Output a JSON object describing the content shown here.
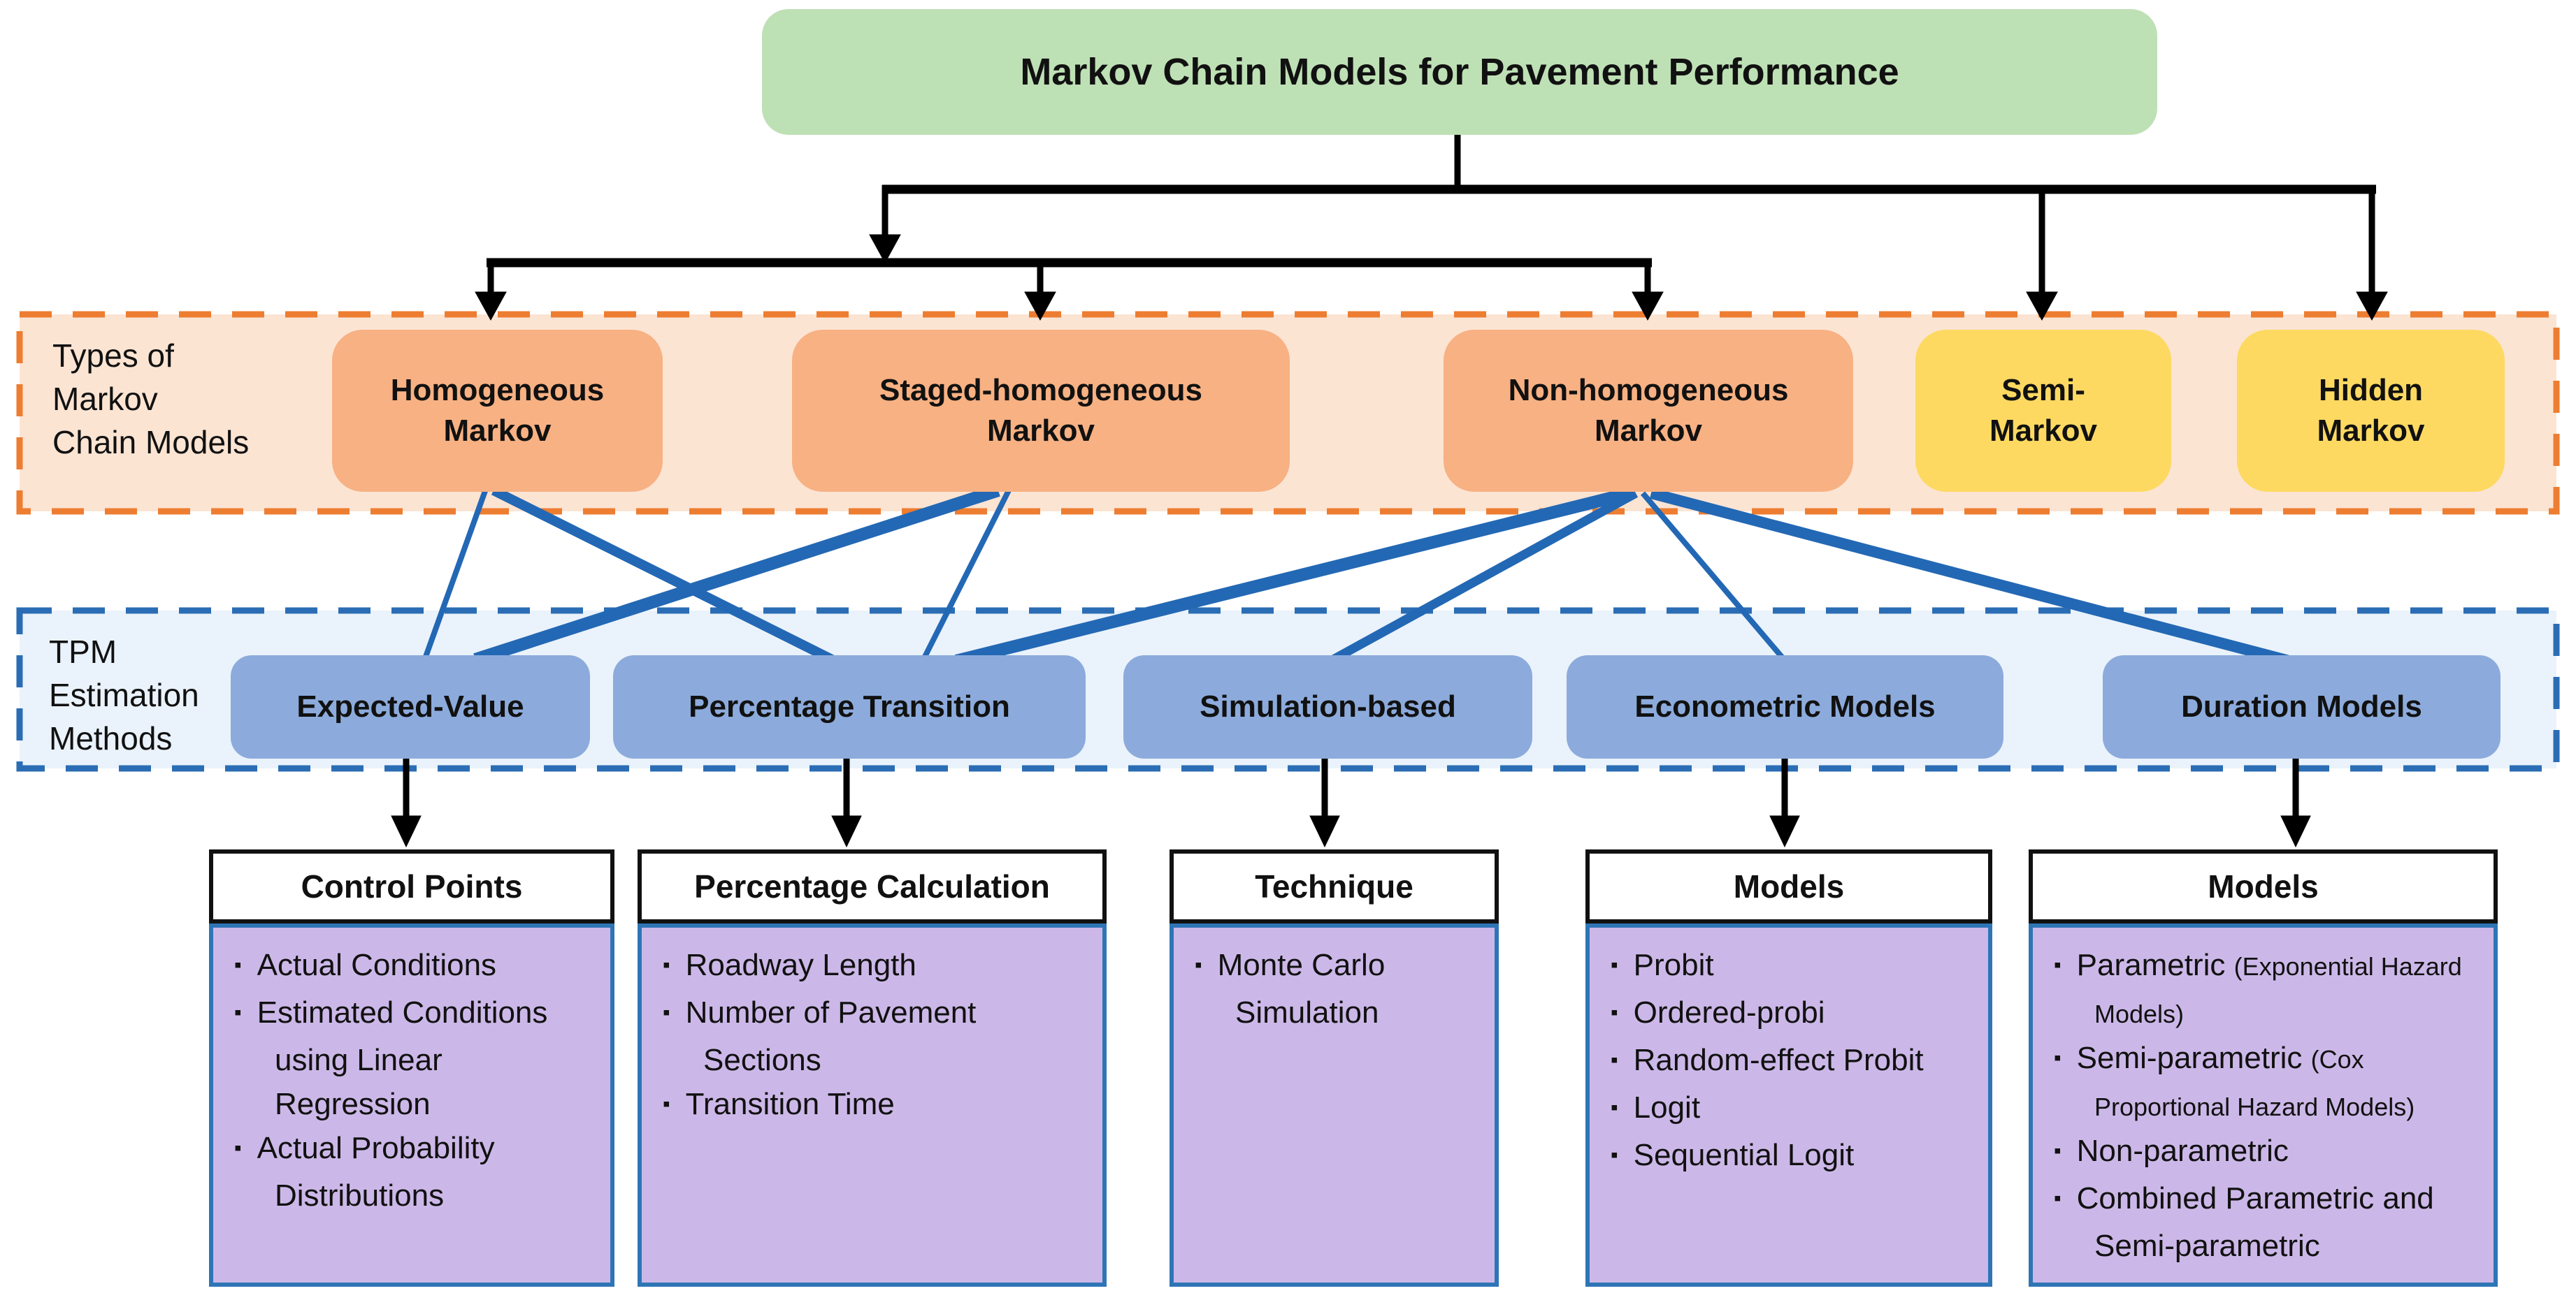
{
  "title": "Markov Chain Models for Pavement Performance",
  "colors": {
    "title_green": "#bee0b5",
    "types_band_fill": "#fce4d3",
    "types_band_border": "#ed7d31",
    "type_box_orange": "#f7b183",
    "type_box_yellow": "#fdd961",
    "tpm_band_fill": "#eaf2fb",
    "tpm_band_border": "#2a6db5",
    "method_box_blue": "#8cabdc",
    "panel_body_purple": "#ccb8e8",
    "panel_border_blue": "#2e75b6",
    "connector_black": "#000000",
    "connection_blue": "#2368b4"
  },
  "types_band": {
    "label": "Types of\nMarkov\nChain Models",
    "boxes": [
      {
        "id": "homogeneous-markov",
        "label": "Homogeneous\nMarkov",
        "variant": "orange"
      },
      {
        "id": "staged-homogeneous-markov",
        "label": "Staged-homogeneous\nMarkov",
        "variant": "orange"
      },
      {
        "id": "non-homogeneous-markov",
        "label": "Non-homogeneous\nMarkov",
        "variant": "orange"
      },
      {
        "id": "semi-markov",
        "label": "Semi-\nMarkov",
        "variant": "yellow"
      },
      {
        "id": "hidden-markov",
        "label": "Hidden\nMarkov",
        "variant": "yellow"
      }
    ]
  },
  "tpm_band": {
    "label": "TPM\nEstimation\nMethods",
    "boxes": [
      {
        "id": "expected-value",
        "label": "Expected-Value"
      },
      {
        "id": "percentage-transition",
        "label": "Percentage Transition"
      },
      {
        "id": "simulation-based",
        "label": "Simulation-based"
      },
      {
        "id": "econometric-models",
        "label": "Econometric Models"
      },
      {
        "id": "duration-models",
        "label": "Duration Models"
      }
    ]
  },
  "connections": [
    {
      "from": "title",
      "to": "homogeneous-markov"
    },
    {
      "from": "title",
      "to": "staged-homogeneous-markov"
    },
    {
      "from": "title",
      "to": "non-homogeneous-markov"
    },
    {
      "from": "title",
      "to": "semi-markov"
    },
    {
      "from": "title",
      "to": "hidden-markov"
    },
    {
      "from": "homogeneous-markov",
      "to": "expected-value"
    },
    {
      "from": "homogeneous-markov",
      "to": "percentage-transition"
    },
    {
      "from": "staged-homogeneous-markov",
      "to": "expected-value"
    },
    {
      "from": "staged-homogeneous-markov",
      "to": "percentage-transition"
    },
    {
      "from": "non-homogeneous-markov",
      "to": "percentage-transition"
    },
    {
      "from": "non-homogeneous-markov",
      "to": "simulation-based"
    },
    {
      "from": "non-homogeneous-markov",
      "to": "econometric-models"
    },
    {
      "from": "non-homogeneous-markov",
      "to": "duration-models"
    },
    {
      "from": "expected-value",
      "to": "control-points-panel"
    },
    {
      "from": "percentage-transition",
      "to": "percentage-calculation-panel"
    },
    {
      "from": "simulation-based",
      "to": "technique-panel"
    },
    {
      "from": "econometric-models",
      "to": "models-econometric-panel"
    },
    {
      "from": "duration-models",
      "to": "models-duration-panel"
    }
  ],
  "detail_panels": [
    {
      "id": "control-points-panel",
      "header": "Control Points",
      "items": [
        [
          "Actual Conditions"
        ],
        [
          "Estimated Conditions using Linear Regression"
        ],
        [
          "Actual Probability Distributions"
        ]
      ]
    },
    {
      "id": "percentage-calculation-panel",
      "header": "Percentage Calculation",
      "items": [
        [
          "Roadway Length"
        ],
        [
          "Number of Pavement Sections"
        ],
        [
          "Transition Time"
        ]
      ]
    },
    {
      "id": "technique-panel",
      "header": "Technique",
      "items": [
        [
          "Monte Carlo Simulation"
        ]
      ]
    },
    {
      "id": "models-econometric-panel",
      "header": "Models",
      "items": [
        [
          "Probit"
        ],
        [
          "Ordered-probi"
        ],
        [
          "Random-effect Probit"
        ],
        [
          "Logit"
        ],
        [
          "Sequential Logit"
        ]
      ]
    },
    {
      "id": "models-duration-panel",
      "header": "Models",
      "items": [
        [
          {
            "text": "Parametric ",
            "small": false
          },
          {
            "text": "(Exponential Hazard Models)",
            "small": true
          }
        ],
        [
          {
            "text": "Semi-parametric ",
            "small": false
          },
          {
            "text": "(Cox Proportional Hazard Models)",
            "small": true
          }
        ],
        [
          {
            "text": "Non-parametric",
            "small": false
          }
        ],
        [
          {
            "text": "Combined Parametric and Semi-parametric",
            "small": false
          }
        ]
      ]
    }
  ]
}
